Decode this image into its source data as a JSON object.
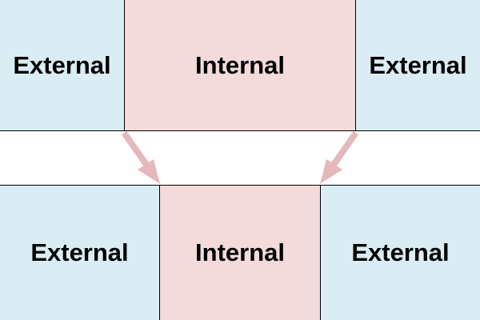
{
  "colors": {
    "external": "#dbedf4",
    "internal": "#f3dadb",
    "arrow": "#e5b9bc",
    "border": "#000000"
  },
  "top_row": {
    "left": "External",
    "center": "Internal",
    "right": "External"
  },
  "bottom_row": {
    "left": "External",
    "center": "Internal",
    "right": "External"
  }
}
